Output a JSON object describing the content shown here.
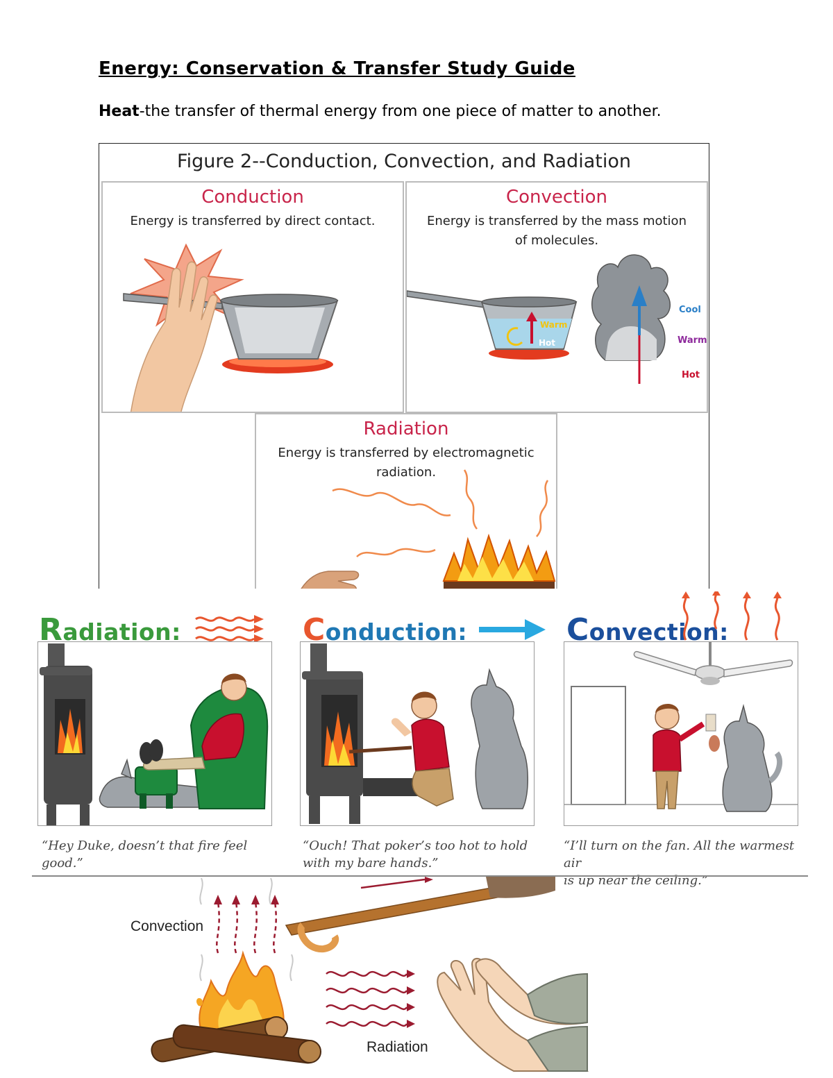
{
  "document": {
    "title": "Energy: Conservation & Transfer Study Guide",
    "definition_term": "Heat",
    "definition_text": "-the transfer of thermal energy from one piece of matter to another."
  },
  "figure2": {
    "title": "Figure 2--Conduction, Convection, and Radiation",
    "conduction": {
      "title": "Conduction",
      "description": "Energy is transferred by direct contact."
    },
    "convection": {
      "title": "Convection",
      "description_line1": "Energy is transferred by the mass motion",
      "description_line2": "of molecules.",
      "pot_labels": {
        "warm": "Warm",
        "hot": "Hot"
      },
      "cloud_labels": {
        "cool": "Cool",
        "warm": "Warm",
        "hot": "Hot"
      }
    },
    "radiation": {
      "title": "Radiation",
      "description_line1": "Energy is transferred by electromagnetic",
      "description_line2": "radiation."
    }
  },
  "comic_strip": {
    "radiation": {
      "heading_initial": "R",
      "heading_rest": "adiation:",
      "caption": "“Hey Duke, doesn’t that fire feel good.”"
    },
    "conduction": {
      "heading_initial": "C",
      "heading_rest": "onduction:",
      "caption_line1": "“Ouch! That poker’s too hot to hold",
      "caption_line2": "with my bare hands.”"
    },
    "convection": {
      "heading_initial": "C",
      "heading_rest": "onvection:",
      "caption_line1": "“I’ll turn on the fan. All the warmest air",
      "caption_line2": "is up near the ceiling.”"
    }
  },
  "campfire_illustration": {
    "convection_label": "Convection",
    "radiation_label": "Radiation"
  },
  "colors": {
    "panel_title_red": "#c8244a",
    "radiation_green": "#3a9a3c",
    "conduction_orange": "#e8562e",
    "convection_blue": "#1b4f9c",
    "arrow_cyan": "#29a8e0"
  }
}
